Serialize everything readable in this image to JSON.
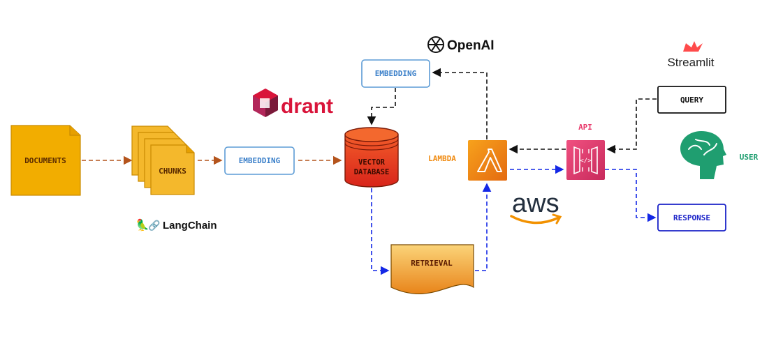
{
  "nodes": {
    "documents": "DOCUMENTS",
    "chunks": "CHUNKS",
    "embedding_local": "EMBEDDING",
    "vector_db_line1": "VECTOR",
    "vector_db_line2": "DATABASE",
    "retrieval": "RETRIEVAL",
    "embedding_openai": "EMBEDDING",
    "lambda": "LAMBDA",
    "api": "API",
    "query": "QUERY",
    "response": "RESPONSE",
    "user": "USER"
  },
  "brands": {
    "openai": "OpenAI",
    "qdrant": "drant",
    "langchain": "LangChain",
    "aws": "aws",
    "streamlit": "Streamlit"
  },
  "colors": {
    "orange_flow": "#b4541c",
    "blue_flow": "#1428e6",
    "black_flow": "#111111",
    "document_fill": "#f2ad00",
    "embedding_border": "#5b9bd5",
    "db_fill": "#e8401c",
    "lambda_fill": "#f08a10",
    "api_fill": "#e8386a",
    "user_green": "#1f9e70",
    "response_border": "#1a22c8",
    "qdrant_red": "#d9143a"
  }
}
